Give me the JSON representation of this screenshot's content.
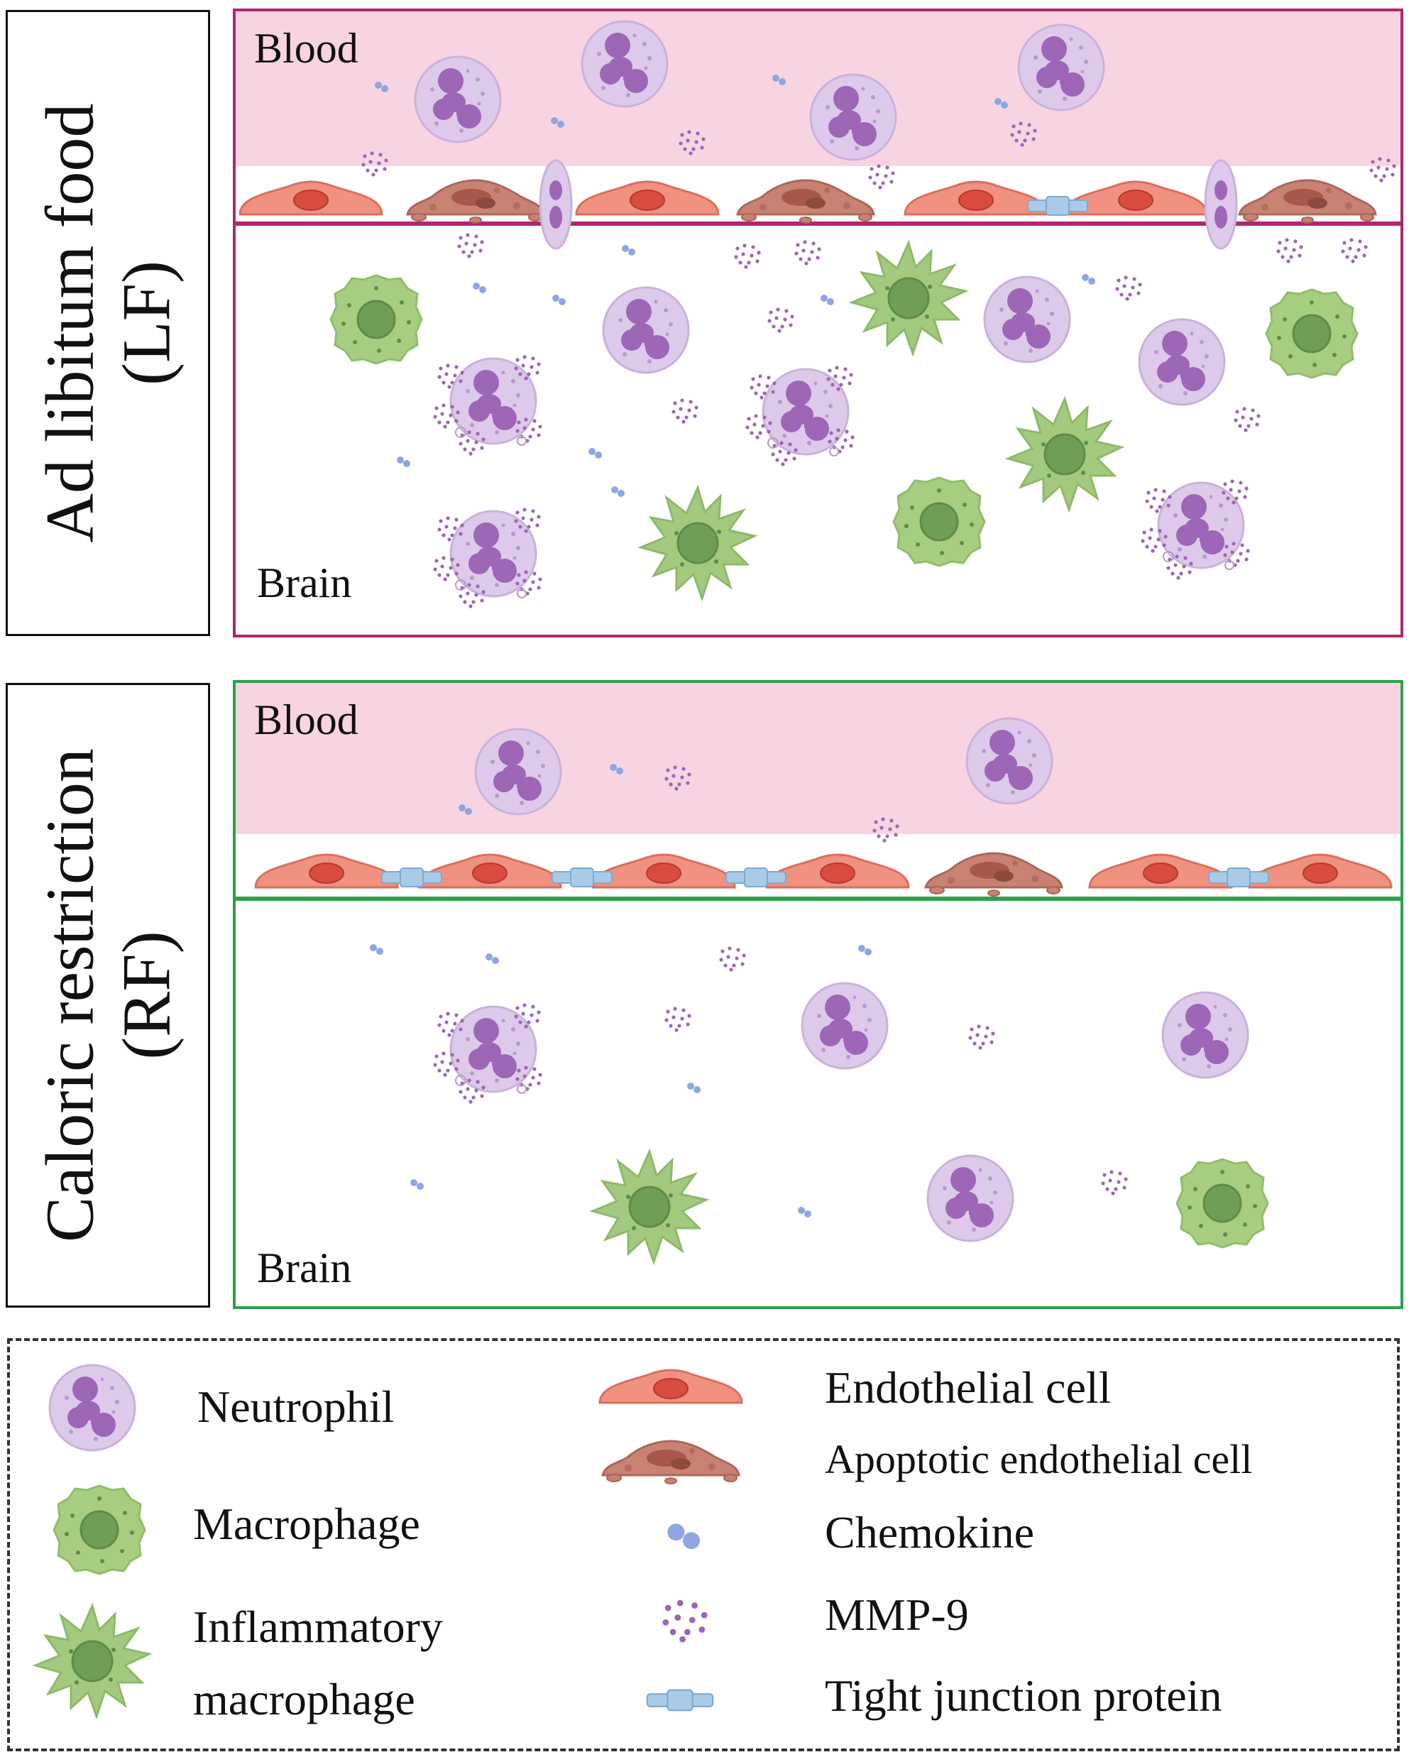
{
  "panels": [
    {
      "id": "lf",
      "side_label_line1": "Ad libitum food",
      "side_label_line2": "(LF)",
      "blood_label": "Blood",
      "brain_label": "Brain",
      "frame_color": "#b0266e"
    },
    {
      "id": "rf",
      "side_label_line1": "Caloric restriction",
      "side_label_line2": "(RF)",
      "blood_label": "Blood",
      "brain_label": "Brain",
      "frame_color": "#2ea24a"
    }
  ],
  "legend": {
    "neutrophil": "Neutrophil",
    "macrophage": "Macrophage",
    "inflammatory_macrophage_line1": "Inflammatory",
    "inflammatory_macrophage_line2": "macrophage",
    "endothelial_cell": "Endothelial cell",
    "apoptotic_endothelial_cell": "Apoptotic endothelial cell",
    "chemokine": "Chemokine",
    "mmp9": "MMP-9",
    "tight_junction_protein": "Tight junction protein"
  },
  "colors": {
    "blood_bg": "#f8d4e2",
    "neutrophil_fill": "#dcc8e8",
    "neutrophil_nucleus": "#9a62b4",
    "macrophage_fill": "#a6cc7e",
    "macrophage_nucleus": "#6b9a54",
    "endothelial_fill": "#f08f82",
    "endothelial_nucleus": "#d6473f",
    "apoptotic_fill": "#c77d70",
    "chemokine": "#8fa6e0",
    "mmp9": "#9a62b4",
    "tight_junction": "#a9cbe8"
  }
}
